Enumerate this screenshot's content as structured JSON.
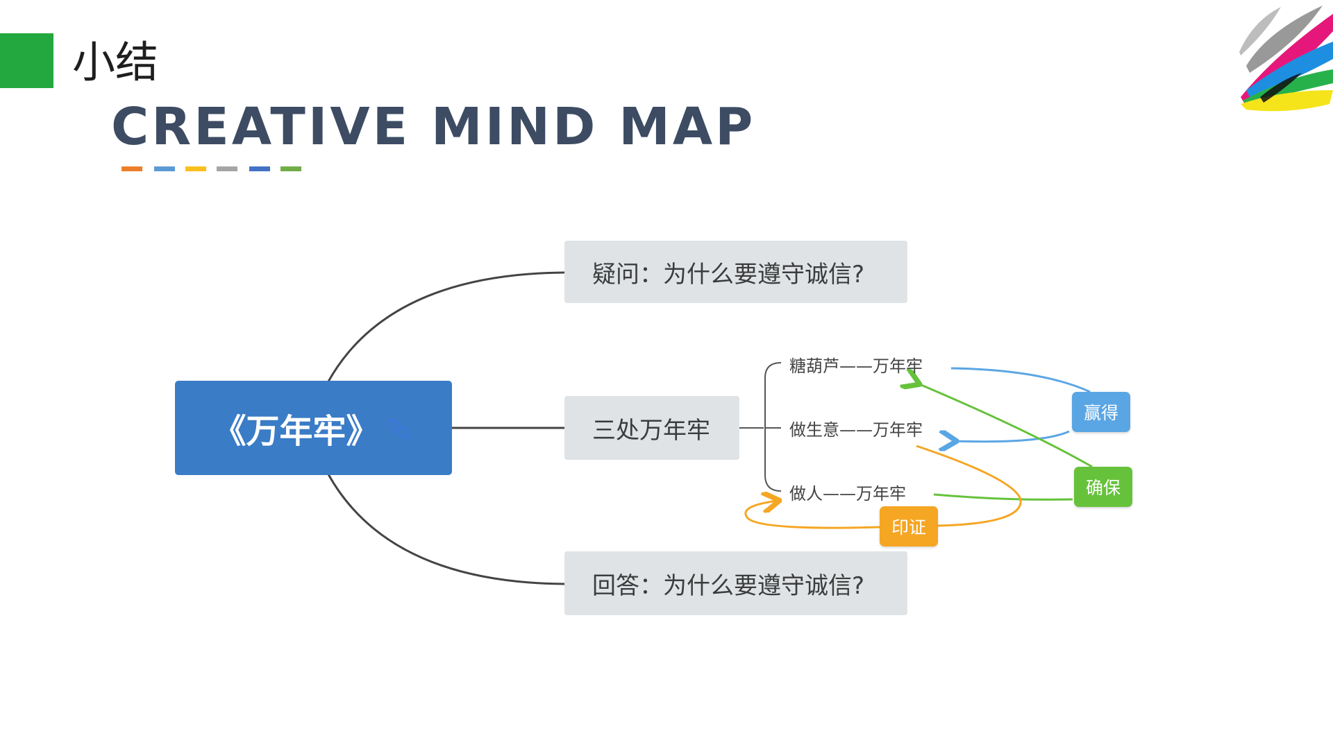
{
  "header": {
    "title": "小结",
    "subtitle": "CREATIVE MIND MAP",
    "dash_colors": [
      "#ee7d2b",
      "#5b9bd5",
      "#fbbf1d",
      "#a5a5a5",
      "#4472c4",
      "#70ad47"
    ],
    "accent_color": "#22a83f"
  },
  "mindmap": {
    "root": {
      "label": "《万年牢》",
      "icon": "link-icon",
      "color": "#3a7cc6"
    },
    "branches": [
      {
        "label": "疑问：为什么要遵守诚信?"
      },
      {
        "label": "三处万年牢"
      },
      {
        "label": "回答：为什么要遵守诚信?"
      }
    ],
    "leaves": [
      {
        "label": "糖葫芦——万年牢"
      },
      {
        "label": "做生意——万年牢"
      },
      {
        "label": "做人——万年牢"
      }
    ],
    "tags": [
      {
        "label": "赢得",
        "color": "#5aa6e4"
      },
      {
        "label": "确保",
        "color": "#66c23b"
      },
      {
        "label": "印证",
        "color": "#f5a623"
      }
    ]
  }
}
